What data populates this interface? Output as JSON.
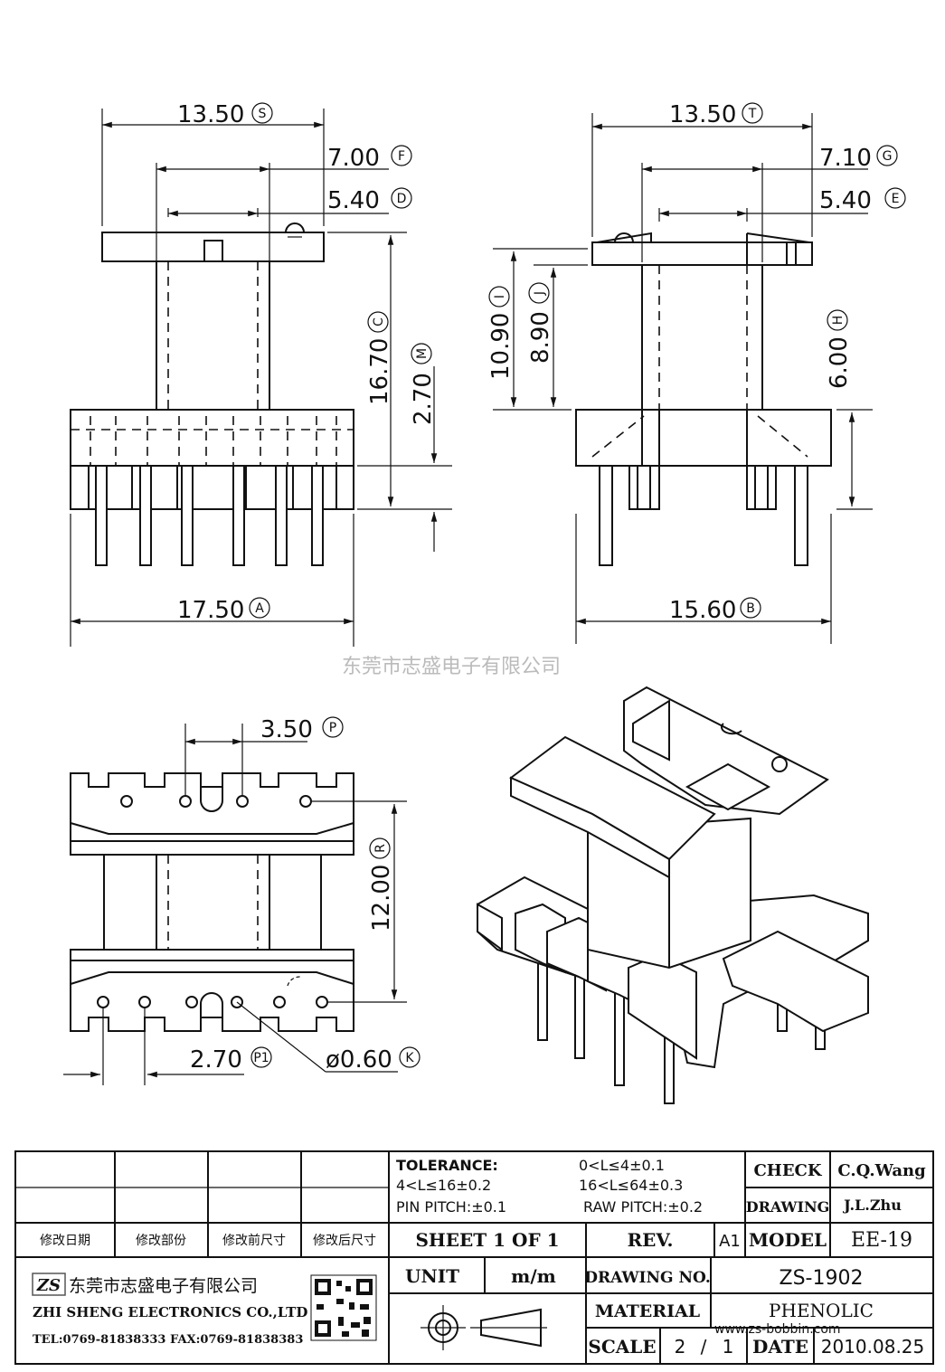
{
  "dims": {
    "s": {
      "value": "13.50",
      "label": "S"
    },
    "f": {
      "value": "7.00",
      "label": "F"
    },
    "d": {
      "value": "5.40",
      "label": "D"
    },
    "c": {
      "value": "16.70",
      "label": "C"
    },
    "m": {
      "value": "2.70",
      "label": "M"
    },
    "a": {
      "value": "17.50",
      "label": "A"
    },
    "t": {
      "value": "13.50",
      "label": "T"
    },
    "g": {
      "value": "7.10",
      "label": "G"
    },
    "e": {
      "value": "5.40",
      "label": "E"
    },
    "i": {
      "value": "10.90",
      "label": "I"
    },
    "j": {
      "value": "8.90",
      "label": "J"
    },
    "h": {
      "value": "6.00",
      "label": "H"
    },
    "b": {
      "value": "15.60",
      "label": "B"
    },
    "p": {
      "value": "3.50",
      "label": "P"
    },
    "r": {
      "value": "12.00",
      "label": "R"
    },
    "p1": {
      "value": "2.70",
      "label": "P1"
    },
    "k": {
      "value": "ø0.60",
      "label": "K"
    }
  },
  "watermark": "东莞市志盛电子有限公司",
  "title_block": {
    "revision_headers": [
      "修改日期",
      "修改部份",
      "修改前尺寸",
      "修改后尺寸"
    ],
    "tolerance_label": "TOLERANCE:",
    "tol1": "0<L≤4±0.1",
    "tol2": "4<L≤16±0.2",
    "tol3": "16<L≤64±0.3",
    "pin_pitch": "PIN PITCH:±0.1",
    "raw_pitch": "RAW PITCH:±0.2",
    "check_label": "CHECK",
    "check_value": "C.Q.Wang",
    "drawing_label": "DRAWING",
    "drawing_value": "J.L.Zhu",
    "sheet": "SHEET 1 OF 1",
    "rev_label": "REV.",
    "rev_value": "A1",
    "model_label": "MODEL",
    "model_value": "EE-19",
    "unit_label": "UNIT",
    "unit_value": "m/m",
    "drawing_no_label": "DRAWING NO.",
    "drawing_no_value": "ZS-1902",
    "material_label": "MATERIAL",
    "material_value": "PHENOLIC",
    "scale_label": "SCALE",
    "scale_num": "2",
    "scale_sep": "/",
    "scale_den": "1",
    "date_label": "DATE",
    "date_value": "2010.08.25",
    "company_logo": "ZS",
    "company_cn": "东莞市志盛电子有限公司",
    "company_en": "ZHI SHENG ELECTRONICS CO.,LTD",
    "company_tel": "TEL:0769-81838333 FAX:0769-81838383",
    "website": "www.zs-bobbin.com"
  }
}
